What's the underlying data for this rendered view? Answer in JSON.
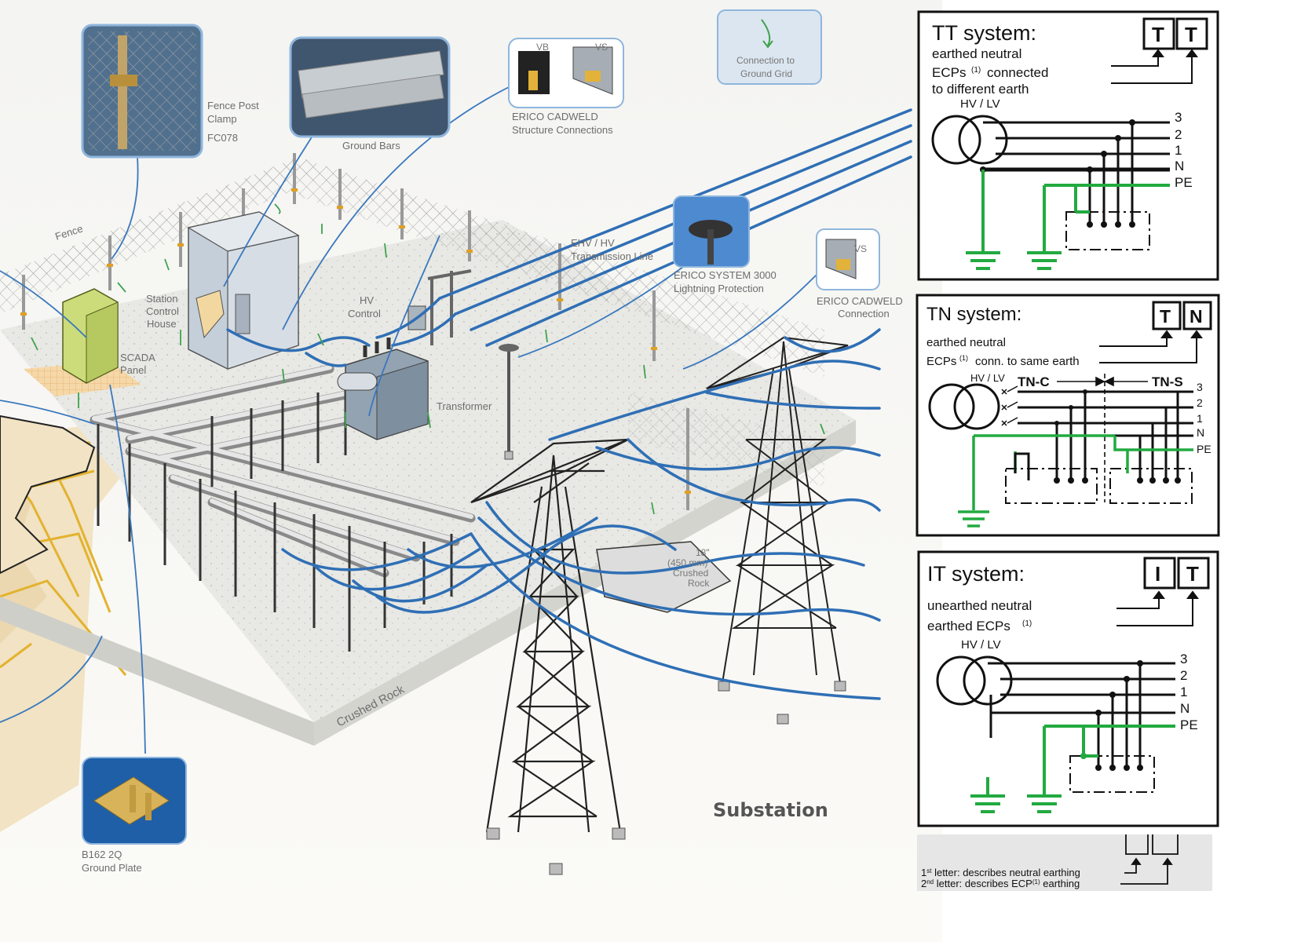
{
  "scene": {
    "title": "Substation",
    "labels": {
      "fence_post_clamp_1": "Fence Post",
      "fence_post_clamp_2": "Clamp",
      "fence_post_clamp_3": "FC078",
      "ground_bars": "Ground Bars",
      "cadweld_struct_1": "ERICO CADWELD",
      "cadweld_struct_2": "Structure Connections",
      "vb": "VB",
      "vs": "VS",
      "vs2": "VS",
      "conn_grid_1": "Connection to",
      "conn_grid_2": "Ground Grid",
      "fence": "Fence",
      "ehv_1": "EHV / HV",
      "ehv_2": "Transmission Line",
      "system3000_1": "ERICO SYSTEM 3000",
      "system3000_2": "Lightning Protection",
      "cadweld_conn_1": "ERICO CADWELD",
      "cadweld_conn_2": "Connection",
      "station_1": "Station",
      "station_2": "Control",
      "station_3": "House",
      "hv_1": "HV",
      "hv_2": "Control",
      "scada_1": "SCADA",
      "scada_2": "Panel",
      "transformer": "Transformer",
      "crushed_18_1": "18\"",
      "crushed_18_2": "(450 mm)",
      "crushed_18_3": "Crushed",
      "crushed_18_4": "Rock",
      "crushed_rock": "Crushed Rock",
      "plate_1": "B162 2Q",
      "plate_2": "Ground Plate"
    }
  },
  "systems": {
    "tt": {
      "title": "TT system:",
      "line1": "earthed neutral",
      "line2": "ECPs",
      "line2b": "connected",
      "line3": "to different earth",
      "hvlv": "HV / LV",
      "letter1": "T",
      "letter2": "T",
      "sup": "(1)"
    },
    "tn": {
      "title": "TN system:",
      "line1": "earthed neutral",
      "line2": "ECPs",
      "line2b": "conn. to same earth",
      "hvlv": "HV / LV",
      "tnc": "TN-C",
      "tns": "TN-S",
      "letter1": "T",
      "letter2": "N",
      "sup": "(1)"
    },
    "it": {
      "title": "IT system:",
      "line1": "unearthed neutral",
      "line2": "earthed ECPs",
      "hvlv": "HV / LV",
      "letter1": "I",
      "letter2": "T",
      "sup": "(1)"
    },
    "phases": [
      "3",
      "2",
      "1",
      "N",
      "PE"
    ],
    "note": {
      "l1a": "1",
      "l1sup": "st",
      "l1b": " letter: describes neutral earthing",
      "l2a": "2",
      "l2sup": "nd",
      "l2b": " letter: describes ECP",
      "l2sup2": "(1)",
      "l2c": " earthing"
    }
  },
  "colors": {
    "cable": "#2f6fb5",
    "ground": "#1fa83a",
    "grid": "#e9b938",
    "slab": "#e9e9e6",
    "sand": "#f2e6c9"
  }
}
